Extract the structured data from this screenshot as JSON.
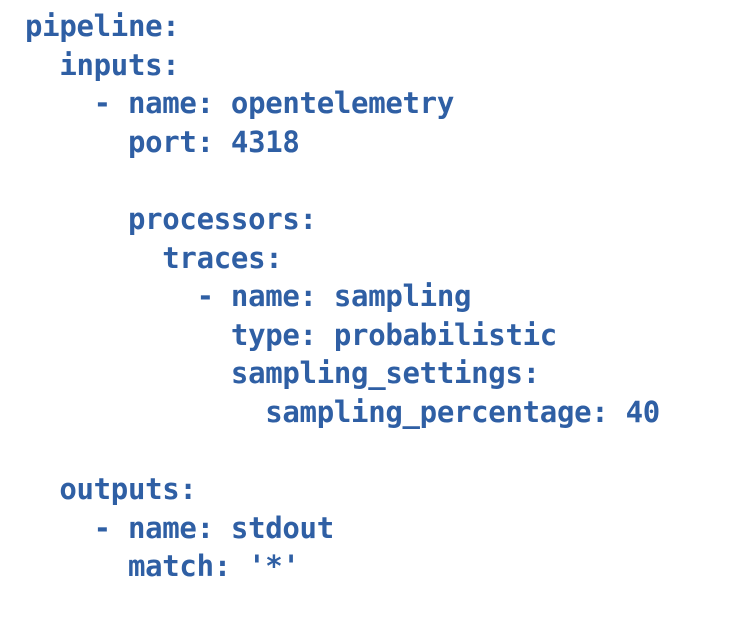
{
  "colors": {
    "text": "#2f5fa4",
    "background": "#ffffff"
  },
  "code": {
    "language": "yaml",
    "lines": [
      "pipeline:",
      "  inputs:",
      "    - name: opentelemetry",
      "      port: 4318",
      "",
      "      processors:",
      "        traces:",
      "          - name: sampling",
      "            type: probabilistic",
      "            sampling_settings:",
      "              sampling_percentage: 40",
      "",
      "  outputs:",
      "    - name: stdout",
      "      match: '*'"
    ],
    "yaml_values": {
      "pipeline": {
        "inputs": [
          {
            "name": "opentelemetry",
            "port": "4318",
            "processors": {
              "traces": [
                {
                  "name": "sampling",
                  "type": "probabilistic",
                  "sampling_settings": {
                    "sampling_percentage": "40"
                  }
                }
              ]
            }
          }
        ],
        "outputs": [
          {
            "name": "stdout",
            "match": "'*'"
          }
        ]
      }
    }
  }
}
